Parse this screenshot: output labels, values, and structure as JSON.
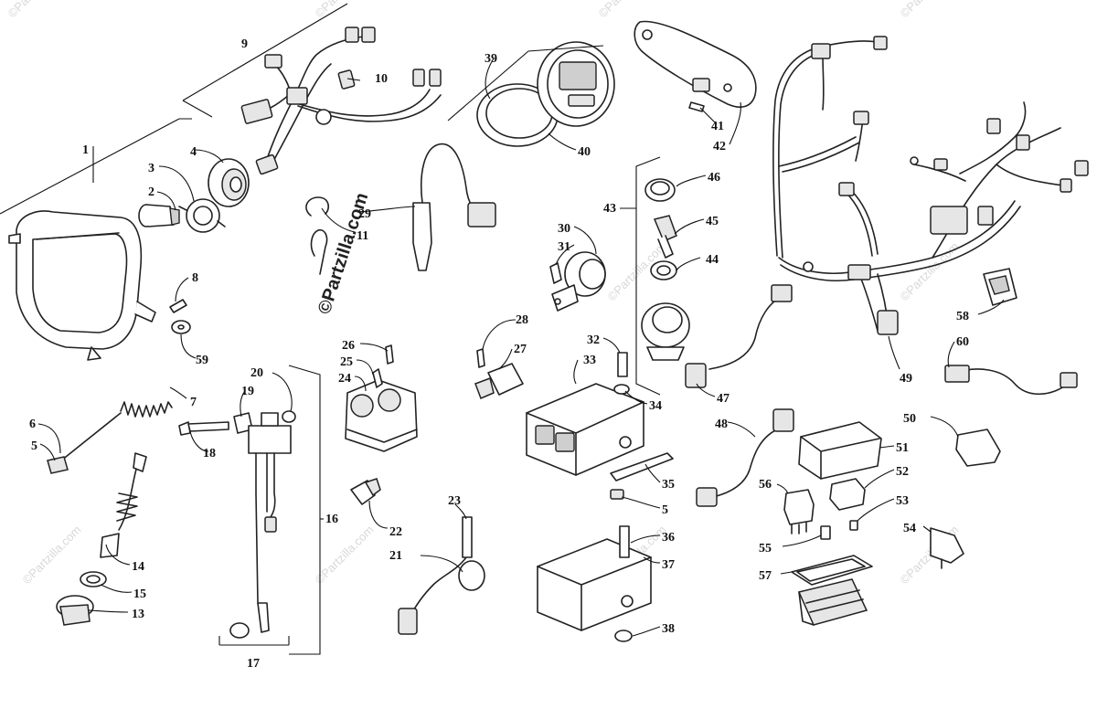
{
  "diagram": {
    "watermark_text": "©Partzilla.com",
    "center_watermark": "©Partzilla.com",
    "callouts": [
      {
        "id": "c1",
        "label": "1"
      },
      {
        "id": "c2",
        "label": "2"
      },
      {
        "id": "c3",
        "label": "3"
      },
      {
        "id": "c4",
        "label": "4"
      },
      {
        "id": "c5a",
        "label": "5"
      },
      {
        "id": "c5b",
        "label": "5"
      },
      {
        "id": "c6",
        "label": "6"
      },
      {
        "id": "c7",
        "label": "7"
      },
      {
        "id": "c8",
        "label": "8"
      },
      {
        "id": "c9",
        "label": "9"
      },
      {
        "id": "c10",
        "label": "10"
      },
      {
        "id": "c11",
        "label": "11"
      },
      {
        "id": "c13",
        "label": "13"
      },
      {
        "id": "c14",
        "label": "14"
      },
      {
        "id": "c15",
        "label": "15"
      },
      {
        "id": "c16",
        "label": "16"
      },
      {
        "id": "c17",
        "label": "17"
      },
      {
        "id": "c18",
        "label": "18"
      },
      {
        "id": "c19",
        "label": "19"
      },
      {
        "id": "c20",
        "label": "20"
      },
      {
        "id": "c21",
        "label": "21"
      },
      {
        "id": "c22",
        "label": "22"
      },
      {
        "id": "c23",
        "label": "23"
      },
      {
        "id": "c24",
        "label": "24"
      },
      {
        "id": "c25",
        "label": "25"
      },
      {
        "id": "c26",
        "label": "26"
      },
      {
        "id": "c27",
        "label": "27"
      },
      {
        "id": "c28",
        "label": "28"
      },
      {
        "id": "c29",
        "label": "29"
      },
      {
        "id": "c30",
        "label": "30"
      },
      {
        "id": "c31",
        "label": "31"
      },
      {
        "id": "c32",
        "label": "32"
      },
      {
        "id": "c33",
        "label": "33"
      },
      {
        "id": "c34",
        "label": "34"
      },
      {
        "id": "c35",
        "label": "35"
      },
      {
        "id": "c36",
        "label": "36"
      },
      {
        "id": "c37",
        "label": "37"
      },
      {
        "id": "c38",
        "label": "38"
      },
      {
        "id": "c39",
        "label": "39"
      },
      {
        "id": "c40",
        "label": "40"
      },
      {
        "id": "c41",
        "label": "41"
      },
      {
        "id": "c42",
        "label": "42"
      },
      {
        "id": "c43",
        "label": "43"
      },
      {
        "id": "c44",
        "label": "44"
      },
      {
        "id": "c45",
        "label": "45"
      },
      {
        "id": "c46",
        "label": "46"
      },
      {
        "id": "c47",
        "label": "47"
      },
      {
        "id": "c48",
        "label": "48"
      },
      {
        "id": "c49",
        "label": "49"
      },
      {
        "id": "c50",
        "label": "50"
      },
      {
        "id": "c51",
        "label": "51"
      },
      {
        "id": "c52",
        "label": "52"
      },
      {
        "id": "c53",
        "label": "53"
      },
      {
        "id": "c54",
        "label": "54"
      },
      {
        "id": "c55",
        "label": "55"
      },
      {
        "id": "c56",
        "label": "56"
      },
      {
        "id": "c57",
        "label": "57"
      },
      {
        "id": "c58",
        "label": "58"
      },
      {
        "id": "c59",
        "label": "59"
      },
      {
        "id": "c60",
        "label": "60"
      }
    ]
  }
}
